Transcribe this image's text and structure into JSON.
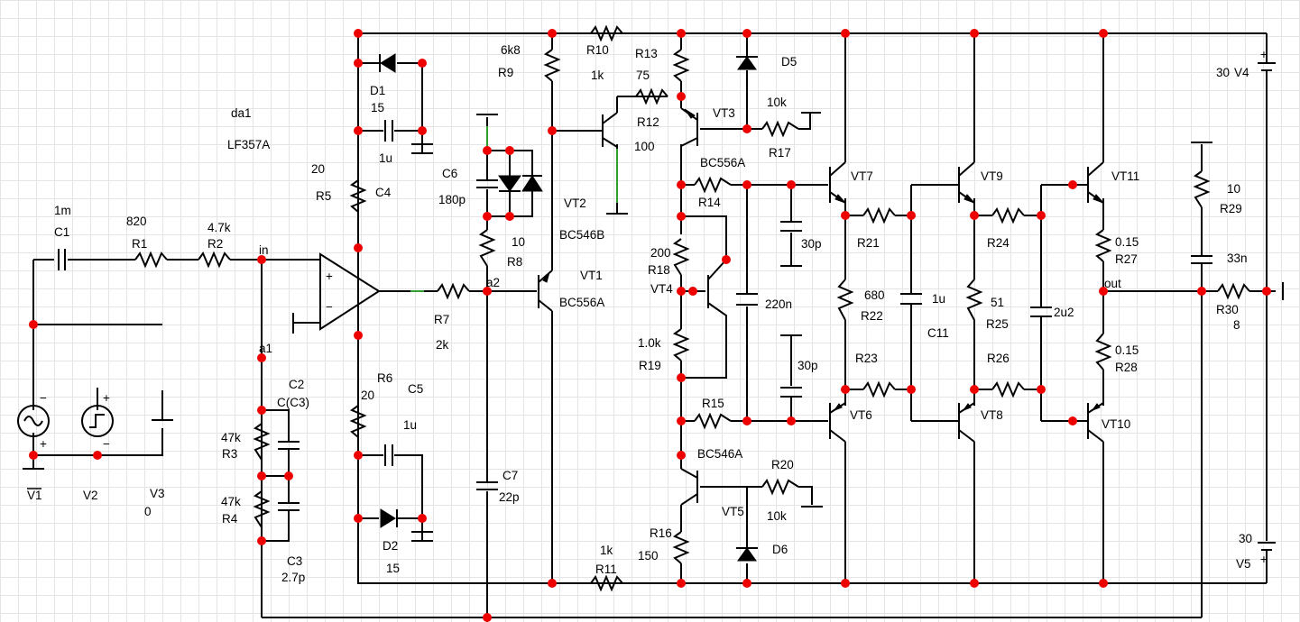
{
  "labels": {
    "c1_val": "1m",
    "c1": "C1",
    "r1_val": "820",
    "r1": "R1",
    "r2_val": "4.7k",
    "r2": "R2",
    "node_in": "in",
    "node_a1": "a1",
    "node_a2": "a2",
    "node_out": "out",
    "da1": "da1",
    "da1_model": "LF357A",
    "r5_val": "20",
    "r5": "R5",
    "d1": "D1",
    "d1_val": "15",
    "c4_val": "1u",
    "c4": "C4",
    "r9_val": "6k8",
    "r9": "R9",
    "r10": "R10",
    "r10_val": "1k",
    "r13": "R13",
    "r13_val": "75",
    "r12": "R12",
    "r12_val": "100",
    "vt3": "VT3",
    "d5": "D5",
    "r17_val": "10k",
    "r17": "R17",
    "vt2": "VT2",
    "vt2_model": "BC546B",
    "c6": "C6",
    "c6_val": "180p",
    "r8_val": "10",
    "r8": "R8",
    "vt3_model": "BC556A",
    "r14": "R14",
    "vt7": "VT7",
    "vt9": "VT9",
    "vt11": "VT11",
    "v4_val": "30",
    "v4": "V4",
    "r29_val": "10",
    "r29": "R29",
    "c12_val": "33n",
    "r18_val": "200",
    "r18": "R18",
    "vt4": "VT4",
    "vt1": "VT1",
    "vt1_model": "BC556A",
    "r7": "R7",
    "r7_val": "2k",
    "c13_val": "220n",
    "c14_val": "30p",
    "c15_val": "30p",
    "r21": "R21",
    "r24": "R24",
    "r22_val": "680",
    "r22": "R22",
    "c11_val": "1u",
    "c11": "C11",
    "r25_val": "51",
    "r25": "R25",
    "c16_val": "2u2",
    "r27_val": "0.15",
    "r27": "R27",
    "r28_val": "0.15",
    "r28": "R28",
    "r30": "R30",
    "r30_val": "8",
    "r19_val": "1.0k",
    "r19": "R19",
    "r23": "R23",
    "r26": "R26",
    "r15": "R15",
    "vt6": "VT6",
    "vt8": "VT8",
    "vt10": "VT10",
    "c2": "C2",
    "c2_alias": "C(C3)",
    "r6": "R6",
    "r6_val": "20",
    "c5": "C5",
    "c5_val": "1u",
    "r3_val": "47k",
    "r3": "R3",
    "r4_val": "47k",
    "r4": "R4",
    "c3": "C3",
    "c3_val": "2.7p",
    "d2": "D2",
    "d2_val": "15",
    "c7": "C7",
    "c7_val": "22p",
    "vt5_model": "BC546A",
    "vt5": "VT5",
    "r20": "R20",
    "r20_val": "10k",
    "r16": "R16",
    "r16_val": "150",
    "d6": "D6",
    "r11_val": "1k",
    "r11": "R11",
    "v1": "V1",
    "v2": "V2",
    "v3": "V3",
    "v3_val": "0",
    "v5_val": "30",
    "v5": "V5",
    "opamp_plus": "+",
    "opamp_minus": "−"
  },
  "colors": {
    "wire": "#000000",
    "junction": "#ee0000",
    "highlight_wire": "#2e9e2e",
    "grid": "#e4e4e4",
    "background": "#ffffff"
  }
}
